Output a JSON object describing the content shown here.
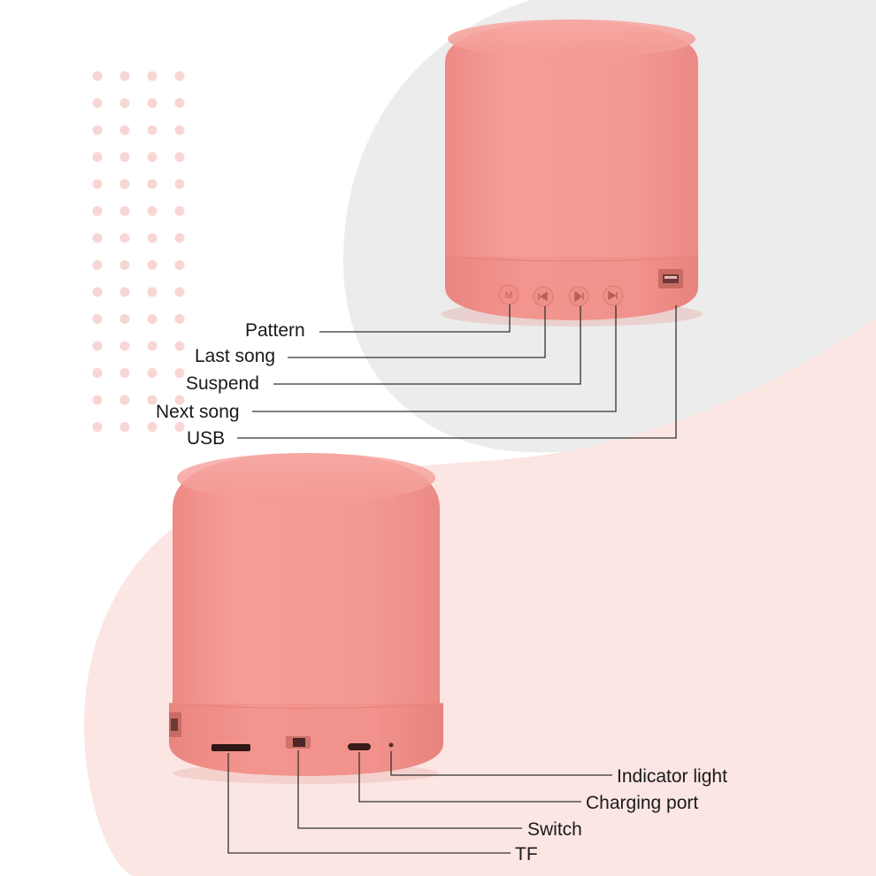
{
  "colors": {
    "background": "#ffffff",
    "blob_gray": "#ececec",
    "blob_pink": "#fbe6e4",
    "dot_pink": "#f7d6d3",
    "speaker_body": "#f49a94",
    "speaker_band": "#f39089",
    "speaker_shadow": "#e27e78",
    "leader_line": "#333333",
    "text": "#1a1a1a"
  },
  "top_speaker": {
    "buttons": [
      {
        "name": "mode-button-icon",
        "glyph": "M"
      },
      {
        "name": "previous-button-icon",
        "glyph": "⏮"
      },
      {
        "name": "play-pause-button-icon",
        "glyph": "⏯"
      },
      {
        "name": "next-button-icon",
        "glyph": "⏭"
      }
    ],
    "labels": {
      "pattern": "Pattern",
      "last_song": "Last song",
      "suspend": "Suspend",
      "next_song": "Next song",
      "usb": "USB"
    }
  },
  "bottom_speaker": {
    "labels": {
      "indicator_light": "Indicator light",
      "charging_port": "Charging port",
      "switch": "Switch",
      "tf": "TF"
    }
  }
}
